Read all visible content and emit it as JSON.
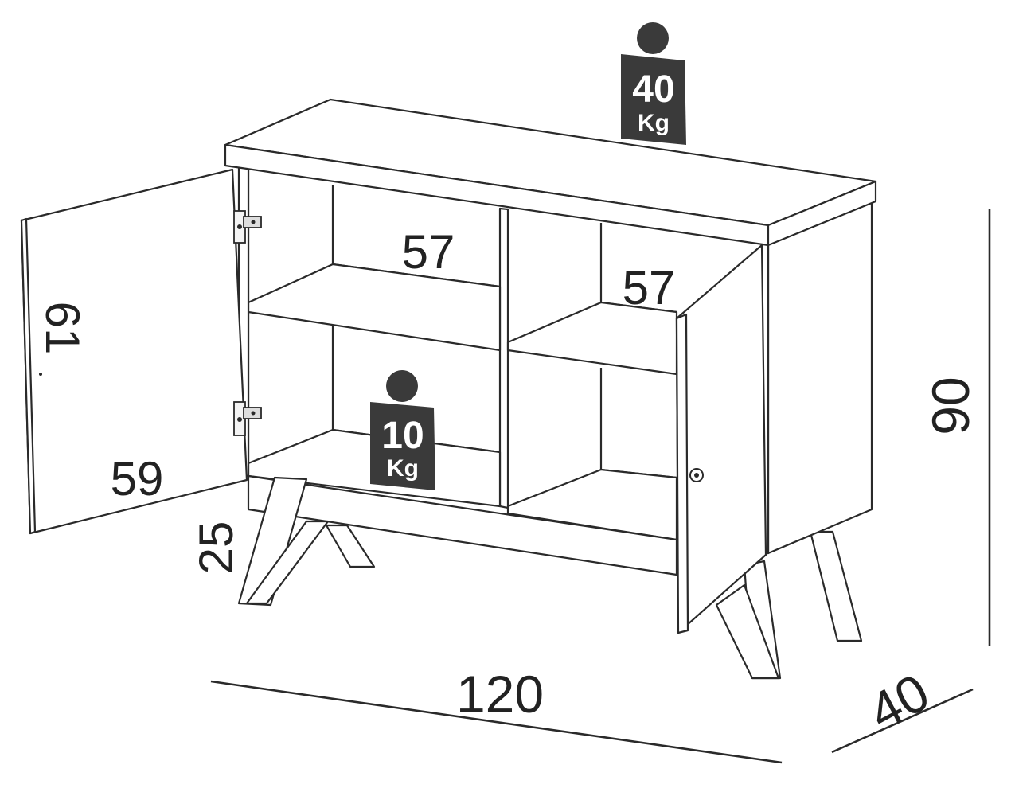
{
  "dimensions": {
    "width": "120",
    "depth": "40",
    "height": "90",
    "leg_height": "25",
    "door_width": "59",
    "door_height": "61",
    "niche_left": "57",
    "niche_right": "57"
  },
  "weights": {
    "top": {
      "value": "40",
      "unit": "Kg"
    },
    "shelf": {
      "value": "10",
      "unit": "Kg"
    }
  }
}
